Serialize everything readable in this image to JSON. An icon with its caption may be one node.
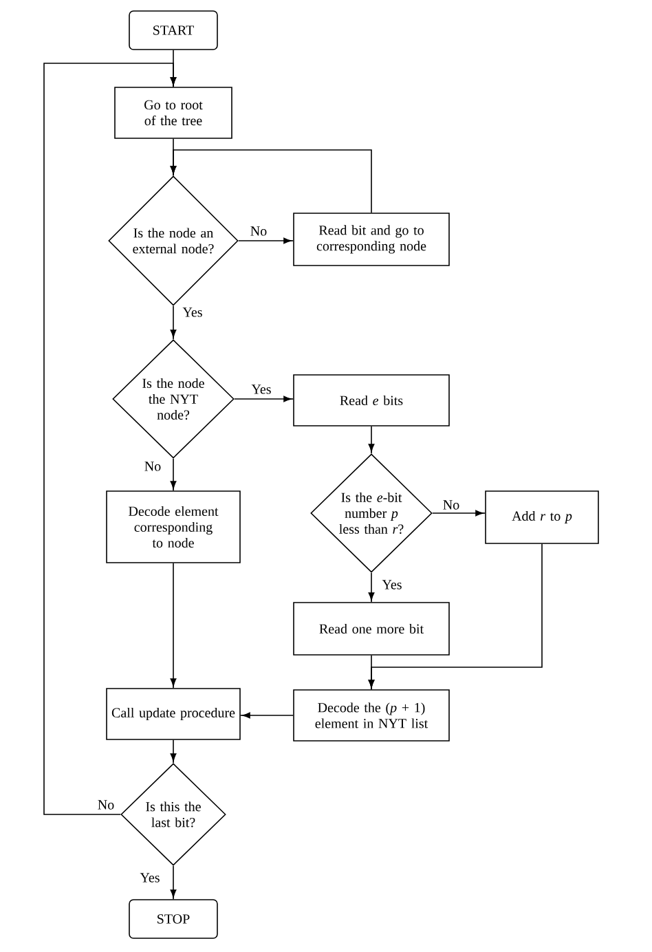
{
  "diagram": {
    "nodes": [
      {
        "text": [
          "START"
        ]
      },
      {
        "text": [
          "Go to root of the tree"
        ]
      },
      {
        "text": [
          "Is the node an external node?"
        ]
      },
      {
        "text": [
          "Read bit and go to corresponding node"
        ]
      },
      {
        "text": [
          "Is the node the NYT node?"
        ]
      },
      {
        "text": [
          "Read *e* bits"
        ]
      },
      {
        "text": [
          "Decode element corresponding to node"
        ]
      },
      {
        "text": [
          "Is the *e*-bit number *p* less than *r*?"
        ]
      },
      {
        "text": [
          "Add *r* to *p*"
        ]
      },
      {
        "text": [
          "Read one more bit"
        ]
      },
      {
        "text": [
          "Call update procedure"
        ]
      },
      {
        "text": [
          "Decode the (*p* + 1) element in NYT list"
        ]
      },
      {
        "text": [
          "Is this the last bit?"
        ]
      },
      {
        "text": [
          "STOP"
        ]
      }
    ],
    "edges": [
      {
        "from": 0,
        "to": 1,
        "arrow": "to"
      },
      {
        "from": 1,
        "to": 2,
        "arrow": "to"
      },
      {
        "from": 2,
        "to": 3,
        "arrow": "to",
        "label": "No"
      },
      {
        "from": 3,
        "to": 2,
        "arrow": "to"
      },
      {
        "from": 2,
        "to": 4,
        "arrow": "to",
        "label": "Yes"
      },
      {
        "from": 4,
        "to": 5,
        "arrow": "to",
        "label": "Yes"
      },
      {
        "from": 4,
        "to": 6,
        "arrow": "to",
        "label": "No"
      },
      {
        "from": 5,
        "to": 7,
        "arrow": "to"
      },
      {
        "from": 7,
        "to": 8,
        "arrow": "to",
        "label": "No"
      },
      {
        "from": 7,
        "to": 9,
        "arrow": "to",
        "label": "Yes"
      },
      {
        "from": 9,
        "to": 11,
        "arrow": "to"
      },
      {
        "from": 8,
        "to": 11,
        "arrow": "to"
      },
      {
        "from": 6,
        "to": 10,
        "arrow": "to"
      },
      {
        "from": 11,
        "to": 10,
        "arrow": "to"
      },
      {
        "from": 10,
        "to": 12,
        "arrow": "to"
      },
      {
        "from": 12,
        "to": 13,
        "arrow": "to",
        "label": "Yes"
      },
      {
        "from": 12,
        "to": 1,
        "arrow": "to",
        "label": "No"
      }
    ]
  }
}
